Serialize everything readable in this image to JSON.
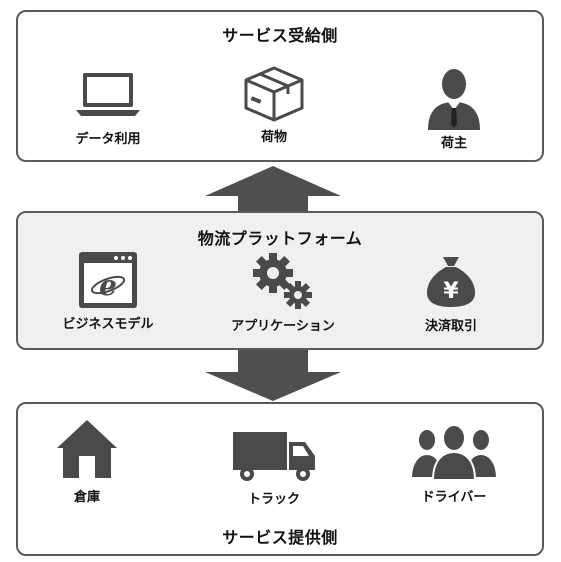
{
  "top_panel": {
    "title": "サービス受給側",
    "items": [
      {
        "label": "データ利用",
        "icon": "laptop-icon"
      },
      {
        "label": "荷物",
        "icon": "package-box-icon"
      },
      {
        "label": "荷主",
        "icon": "shipper-person-icon"
      }
    ]
  },
  "middle_panel": {
    "title": "物流プラットフォーム",
    "items": [
      {
        "label": "ビジネスモデル",
        "icon": "browser-window-icon"
      },
      {
        "label": "アプリケーション",
        "icon": "gears-icon"
      },
      {
        "label": "決済取引",
        "icon": "yen-money-bag-icon"
      }
    ]
  },
  "bottom_panel": {
    "title": "サービス提供側",
    "items": [
      {
        "label": "倉庫",
        "icon": "warehouse-icon"
      },
      {
        "label": "トラック",
        "icon": "truck-icon"
      },
      {
        "label": "ドライバー",
        "icon": "drivers-group-icon"
      }
    ]
  },
  "colors": {
    "icon": "#4a4a4a",
    "border": "#5a5a5a",
    "middle_fill": "#f0f0f0"
  }
}
